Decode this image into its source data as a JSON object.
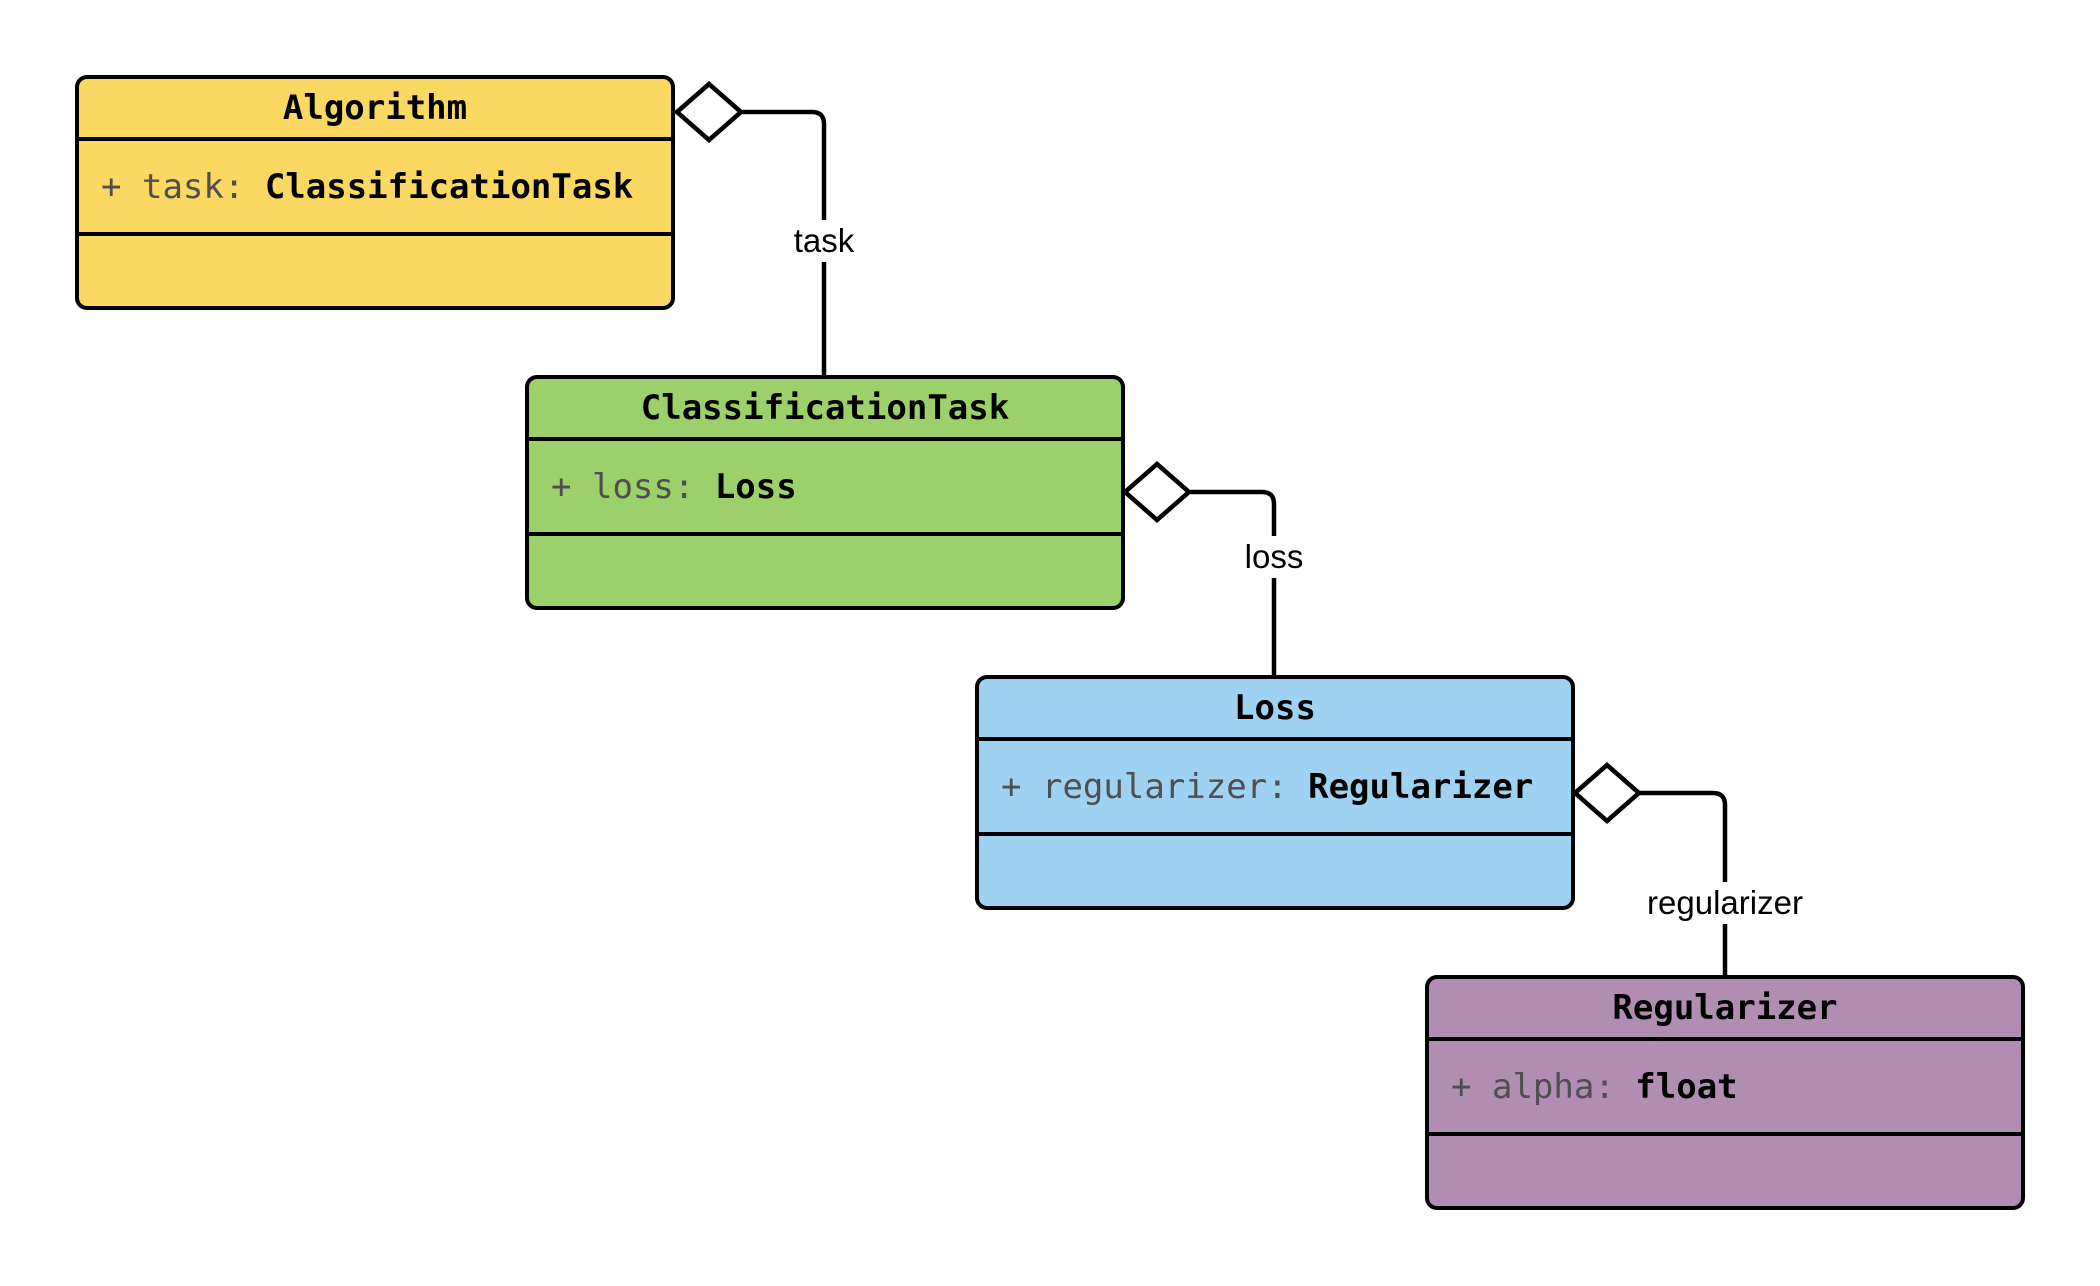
{
  "diagram": {
    "kind": "uml-class-diagram",
    "background_color": "#ffffff",
    "line_color": "#000000",
    "attribute_name_color": "#4f4f4f",
    "classes": [
      {
        "name": "Algorithm",
        "fill_color": "#fbd861",
        "attributes": [
          {
            "visibility": "+",
            "name": "task",
            "sep": ": ",
            "type": "ClassificationTask"
          }
        ]
      },
      {
        "name": "ClassificationTask",
        "fill_color": "#9cd06a",
        "attributes": [
          {
            "visibility": "+",
            "name": "loss",
            "sep": ": ",
            "type": "Loss"
          }
        ]
      },
      {
        "name": "Loss",
        "fill_color": "#9ed2f0",
        "attributes": [
          {
            "visibility": "+",
            "name": "regularizer",
            "sep": ": ",
            "type": "Regularizer"
          }
        ]
      },
      {
        "name": "Regularizer",
        "fill_color": "#b18cb3",
        "attributes": [
          {
            "visibility": "+",
            "name": "alpha",
            "sep": ": ",
            "type": "float"
          }
        ]
      }
    ],
    "relations": [
      {
        "from": "Algorithm",
        "to": "ClassificationTask",
        "kind": "aggregation",
        "label": "task"
      },
      {
        "from": "ClassificationTask",
        "to": "Loss",
        "kind": "aggregation",
        "label": "loss"
      },
      {
        "from": "Loss",
        "to": "Regularizer",
        "kind": "aggregation",
        "label": "regularizer"
      }
    ]
  }
}
